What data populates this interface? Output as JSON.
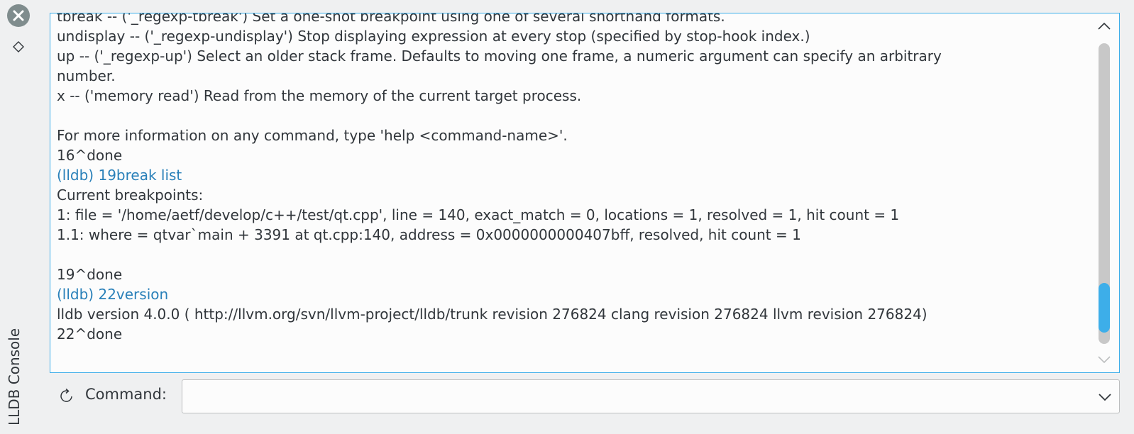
{
  "panel": {
    "title": "LLDB Console",
    "close_icon": "close-icon",
    "float_icon": "diamond-icon"
  },
  "console": {
    "lines": [
      {
        "text": "tbreak -- ('_regexp-tbreak') Set a one-shot breakpoint using one of several shorthand formats.",
        "kind": "output"
      },
      {
        "text": "undisplay -- ('_regexp-undisplay') Stop displaying expression at every stop (specified by stop-hook index.)",
        "kind": "output"
      },
      {
        "text": "up -- ('_regexp-up') Select an older stack frame. Defaults to moving one frame, a numeric argument can specify an arbitrary",
        "kind": "output"
      },
      {
        "text": "number.",
        "kind": "output"
      },
      {
        "text": "x -- ('memory read') Read from the memory of the current target process.",
        "kind": "output"
      },
      {
        "text": "",
        "kind": "output"
      },
      {
        "text": "For more information on any command, type 'help <command-name>'.",
        "kind": "output"
      },
      {
        "text": "16^done",
        "kind": "output"
      },
      {
        "text": "(lldb) 19break list",
        "kind": "command"
      },
      {
        "text": "Current breakpoints:",
        "kind": "output"
      },
      {
        "text": "1: file = '/home/aetf/develop/c++/test/qt.cpp', line = 140, exact_match = 0, locations = 1, resolved = 1, hit count = 1",
        "kind": "output"
      },
      {
        "text": "1.1: where = qtvar`main + 3391 at qt.cpp:140, address = 0x0000000000407bff, resolved, hit count = 1",
        "kind": "output"
      },
      {
        "text": "",
        "kind": "output"
      },
      {
        "text": "19^done",
        "kind": "output"
      },
      {
        "text": "(lldb) 22version",
        "kind": "command"
      },
      {
        "text": "lldb version 4.0.0 ( http://llvm.org/svn/llvm-project/lldb/trunk revision 276824 clang revision 276824 llvm revision 276824)",
        "kind": "output"
      },
      {
        "text": "22^done",
        "kind": "output"
      }
    ],
    "scroll_position": 0.88,
    "colors": {
      "text": "#31363b",
      "command": "#2980b9",
      "accent": "#3daee9"
    }
  },
  "command_bar": {
    "label": "Command:",
    "value": "",
    "reload_icon": "reload-icon",
    "dropdown_icon": "chevron-down-icon"
  }
}
